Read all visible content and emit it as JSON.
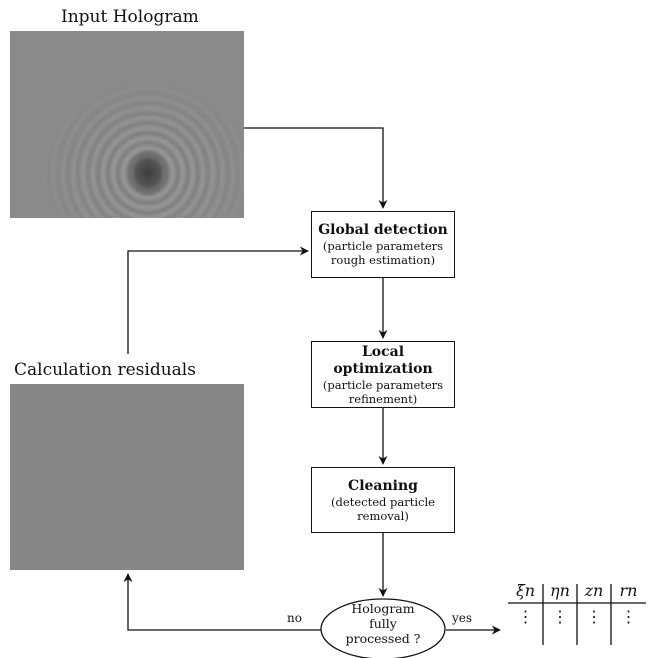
{
  "input_panel": {
    "caption": "Input Hologram"
  },
  "residual_panel": {
    "caption": "Calculation residuals"
  },
  "steps": {
    "global": {
      "title": "Global detection",
      "line1": "(particle parameters",
      "line2": "rough estimation)"
    },
    "local": {
      "title": "Local optimization",
      "line1": "(particle parameters",
      "line2": "refinement)"
    },
    "cleaning": {
      "title": "Cleaning",
      "line1": "(detected particle",
      "line2": "removal)"
    }
  },
  "decision": {
    "line1": "Hologram",
    "line2": "fully",
    "line3": "processed ?"
  },
  "edges": {
    "no": "no",
    "yes": "yes"
  },
  "output_table": {
    "headers": [
      "ξn",
      "ηn",
      "zn",
      "rn"
    ],
    "cell": "⋮"
  },
  "colors": {
    "stroke": "#111111",
    "hologram_gray": "#8a8a8a"
  }
}
